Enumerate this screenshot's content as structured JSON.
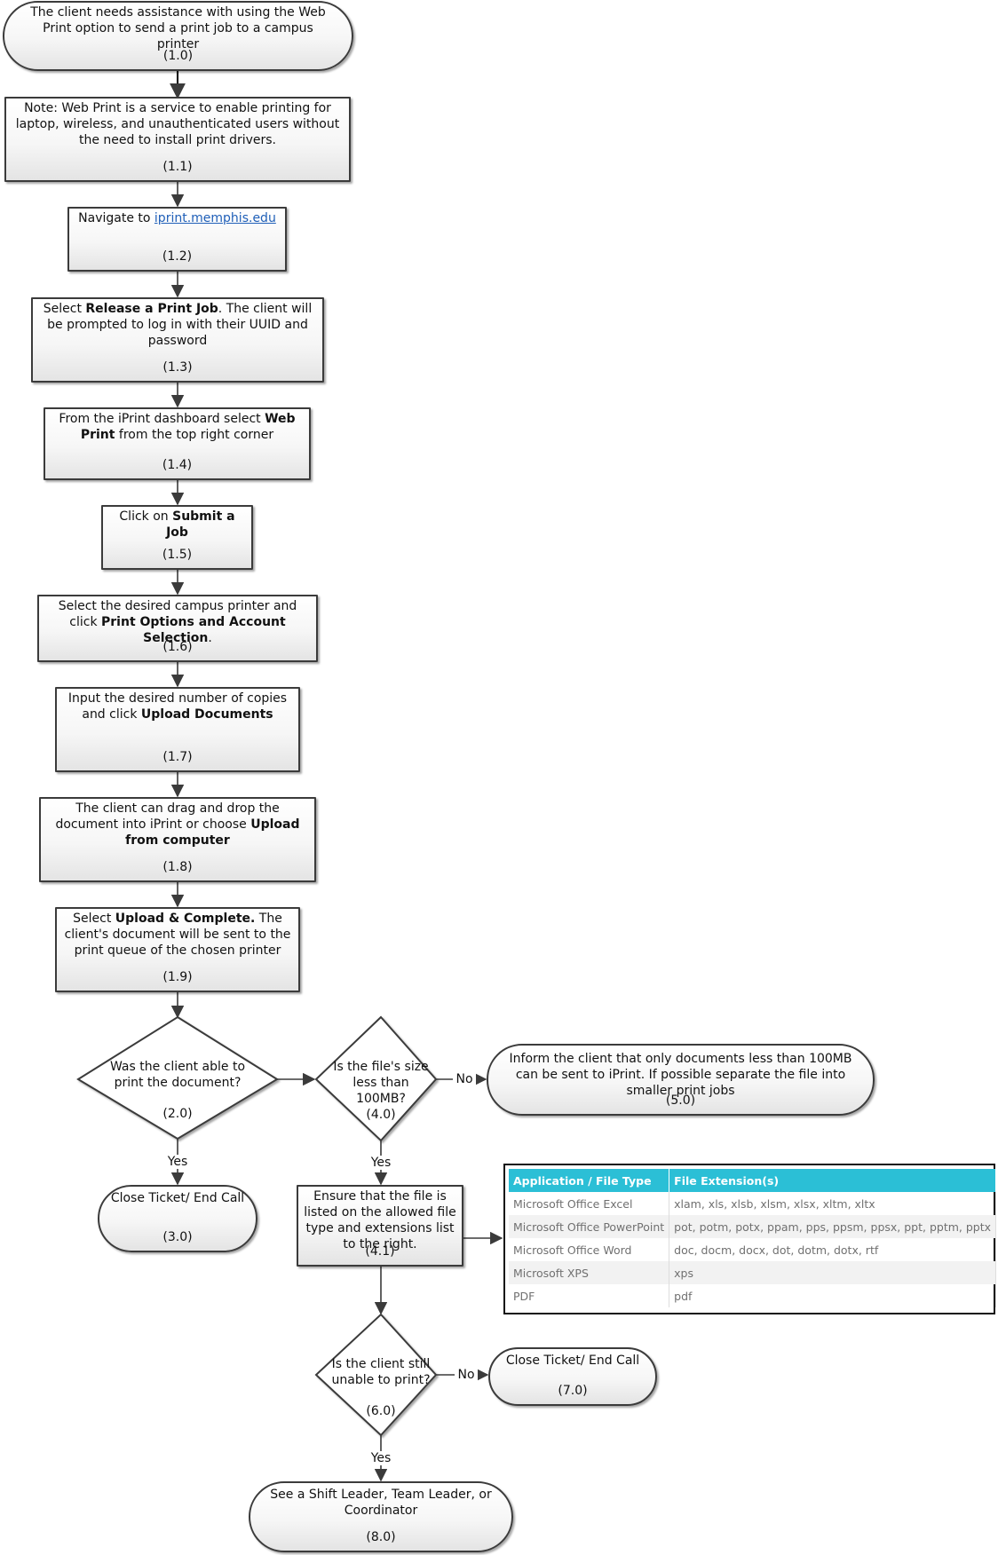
{
  "nodes": {
    "n1_0": {
      "text": "The client needs assistance with using the Web Print option to send a print job to a campus printer",
      "code": "(1.0)"
    },
    "n1_1": {
      "text": "Note: Web Print is a service to enable printing for laptop, wireless, and unauthenticated users without the need to install print drivers.",
      "code": "(1.1)"
    },
    "n1_2": {
      "pre": "Navigate to ",
      "link": "iprint.memphis.edu",
      "code": "(1.2)"
    },
    "n1_3": {
      "pre": "Select ",
      "bold": "Release a Print Job",
      "post": ". The client will be prompted to log in with their UUID and password",
      "code": "(1.3)"
    },
    "n1_4": {
      "pre": "From the iPrint dashboard select ",
      "bold": "Web Print",
      "post": " from the top right corner",
      "code": "(1.4)"
    },
    "n1_5": {
      "pre": "Click on ",
      "bold": "Submit a Job",
      "code": "(1.5)"
    },
    "n1_6": {
      "pre": "Select the desired campus printer and click ",
      "bold": "Print Options and Account Selection",
      "post": ".",
      "code": "(1.6)"
    },
    "n1_7": {
      "pre": "Input the desired number of copies and click ",
      "bold": "Upload Documents",
      "code": "(1.7)"
    },
    "n1_8": {
      "pre": "The client can drag and drop the document into iPrint or choose ",
      "bold": "Upload from computer",
      "code": "(1.8)"
    },
    "n1_9": {
      "pre": "Select ",
      "bold": "Upload & Complete.",
      "post": " The client's document will be sent to the print queue of the chosen printer",
      "code": "(1.9)"
    },
    "n2_0": {
      "text": "Was the client able to print the document?",
      "code": "(2.0)"
    },
    "n3_0": {
      "text": "Close Ticket/ End Call",
      "code": "(3.0)"
    },
    "n4_0": {
      "text": "Is the file's size less than 100MB?",
      "code": "(4.0)"
    },
    "n4_1": {
      "text": "Ensure that the file is listed on the allowed file type and extensions list to the right.",
      "code": "(4.1)"
    },
    "n5_0": {
      "text": "Inform the client that only documents less than 100MB can be sent to iPrint. If possible separate the file into smaller print jobs",
      "code": "(5.0)"
    },
    "n6_0": {
      "text": "Is the client still unable to print?",
      "code": "(6.0)"
    },
    "n7_0": {
      "text": "Close Ticket/ End Call",
      "code": "(7.0)"
    },
    "n8_0": {
      "text": "See a Shift Leader, Team Leader, or Coordinator",
      "code": "(8.0)"
    }
  },
  "edge_labels": {
    "yes_2": "Yes",
    "no_4": "No",
    "yes_4": "Yes",
    "no_6": "No",
    "yes_6": "Yes"
  },
  "file_table": {
    "headers": [
      "Application / File Type",
      "File Extension(s)"
    ],
    "rows": [
      [
        "Microsoft Office Excel",
        "xlam, xls, xlsb, xlsm, xlsx, xltm, xltx"
      ],
      [
        "Microsoft Office PowerPoint",
        "pot, potm, potx, ppam, pps, ppsm, ppsx, ppt, pptm, pptx"
      ],
      [
        "Microsoft Office Word",
        "doc, docm, docx, dot, dotm, dotx, rtf"
      ],
      [
        "Microsoft XPS",
        "xps"
      ],
      [
        "PDF",
        "pdf"
      ]
    ],
    "header_color": "#2bbfd6"
  }
}
